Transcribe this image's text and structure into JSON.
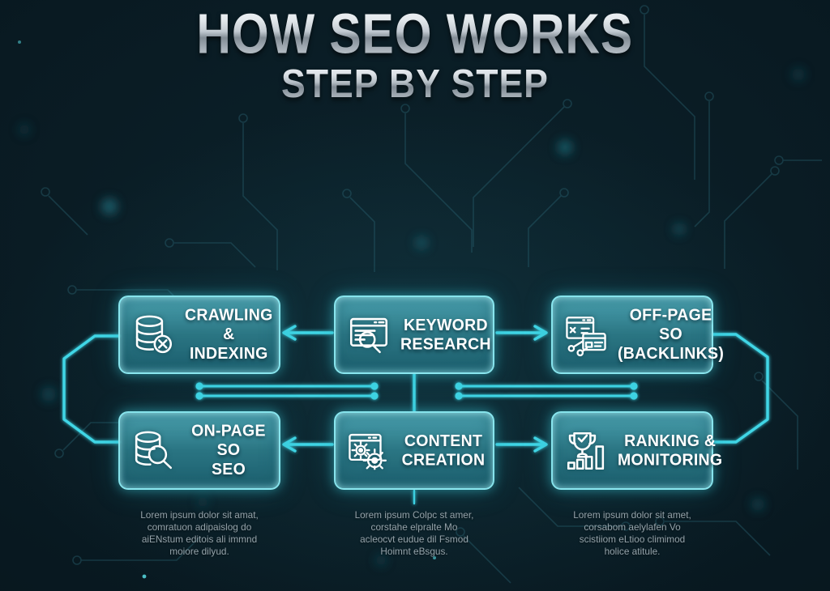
{
  "title": {
    "main": "HOW SEO WORKS",
    "subtitle": "STEP BY STEP"
  },
  "colors": {
    "background": "#081a22",
    "accent_cyan": "#3fd6e6",
    "box_fill": "#2a7684",
    "box_border": "#8ceaf2",
    "title_silver": "#d9dee3",
    "caption_text": "#94a2a9"
  },
  "boxes": [
    {
      "id": "crawling-indexing",
      "line1": "CRAWLING",
      "line2": "& INDEXING",
      "icon": "database-tools-icon"
    },
    {
      "id": "keyword-research",
      "line1": "KEYWORD",
      "line2": "RESEARCH",
      "icon": "browser-search-icon"
    },
    {
      "id": "off-page-seo",
      "line1": "OFF-PAGE SO",
      "line2": "(BACKLINKS)",
      "icon": "backlinks-icon"
    },
    {
      "id": "on-page-seo",
      "line1": "ON-PAGE SO",
      "line2": "SEO",
      "icon": "database-magnifier-icon"
    },
    {
      "id": "content-creation",
      "line1": "CONTENT",
      "line2": "CREATION",
      "icon": "browser-gears-icon"
    },
    {
      "id": "ranking-monitoring",
      "line1": "RANKING &",
      "line2": "MONITORING",
      "icon": "trophy-chart-icon"
    }
  ],
  "captions": [
    {
      "lines": [
        "Lorem ipsum dolor sit amat,",
        "comratuon adipaislog do",
        "aiENstum editois ali immnd",
        "moiore dilyud."
      ]
    },
    {
      "lines": [
        "Lorem ipsum Colpc st amer,",
        "corstahe elpralte Mo",
        "acleocvt eudue dil Fsmod",
        "Hoimnt eBsgus."
      ]
    },
    {
      "lines": [
        "Lorem ipsum dolor sit amet,",
        "corsabom aelylafen Vo",
        "scistiiom eLtioo climimod",
        "holice atitule."
      ]
    }
  ]
}
